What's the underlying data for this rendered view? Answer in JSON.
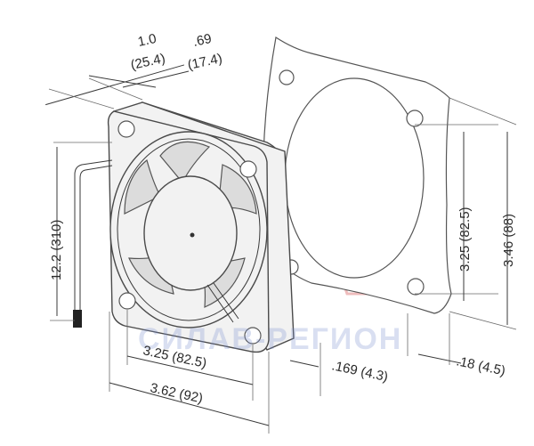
{
  "watermark": {
    "text": "СИЛАВ-РЕГИОН",
    "color_blue": "#5a74c8",
    "color_red": "#d04040"
  },
  "dimensions": {
    "depth_in": "1.0",
    "depth_mm": "(25.4)",
    "gasket_in": ".69",
    "gasket_mm": "(17.4)",
    "lead_length": "12.2 (310)",
    "hole_spacing_front": "3.25 (82.5)",
    "frame_width": "3.62 (92)",
    "hole_depth": ".169 (4.3)",
    "guard_thickness": ".18 (4.5)",
    "guard_hole_spacing": "3.25 (82.5)",
    "guard_height": "3.46 (88)"
  }
}
